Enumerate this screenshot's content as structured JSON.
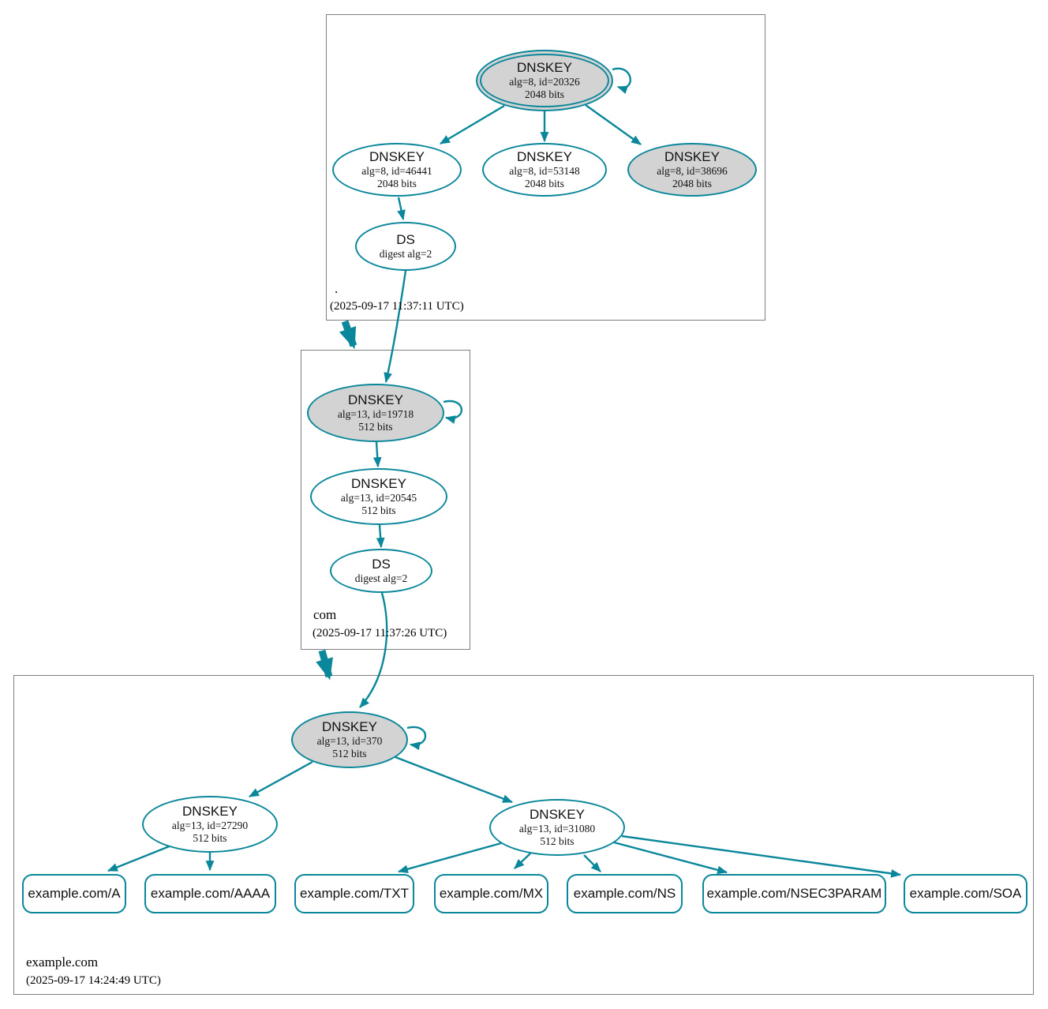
{
  "colors": {
    "edge": "#0a879a",
    "ksk_fill": "#d3d3d3",
    "border": "#7f7f7f"
  },
  "zones": {
    "root": {
      "name": ".",
      "timestamp": "(2025-09-17 11:37:11 UTC)",
      "nodes": {
        "ksk": {
          "title": "DNSKEY",
          "detail": "alg=8, id=20326",
          "bits": "2048 bits"
        },
        "zsk46441": {
          "title": "DNSKEY",
          "detail": "alg=8, id=46441",
          "bits": "2048 bits"
        },
        "zsk53148": {
          "title": "DNSKEY",
          "detail": "alg=8, id=53148",
          "bits": "2048 bits"
        },
        "zsk38696": {
          "title": "DNSKEY",
          "detail": "alg=8, id=38696",
          "bits": "2048 bits"
        },
        "ds": {
          "title": "DS",
          "detail": "digest alg=2"
        }
      }
    },
    "com": {
      "name": "com",
      "timestamp": "(2025-09-17 11:37:26 UTC)",
      "nodes": {
        "ksk": {
          "title": "DNSKEY",
          "detail": "alg=13, id=19718",
          "bits": "512 bits"
        },
        "zsk": {
          "title": "DNSKEY",
          "detail": "alg=13, id=20545",
          "bits": "512 bits"
        },
        "ds": {
          "title": "DS",
          "detail": "digest alg=2"
        }
      }
    },
    "example": {
      "name": "example.com",
      "timestamp": "(2025-09-17 14:24:49 UTC)",
      "nodes": {
        "ksk": {
          "title": "DNSKEY",
          "detail": "alg=13, id=370",
          "bits": "512 bits"
        },
        "zsk27290": {
          "title": "DNSKEY",
          "detail": "alg=13, id=27290",
          "bits": "512 bits"
        },
        "zsk31080": {
          "title": "DNSKEY",
          "detail": "alg=13, id=31080",
          "bits": "512 bits"
        }
      },
      "rrsets": {
        "a": "example.com/A",
        "aaaa": "example.com/AAAA",
        "txt": "example.com/TXT",
        "mx": "example.com/MX",
        "ns": "example.com/NS",
        "nsec3param": "example.com/NSEC3PARAM",
        "soa": "example.com/SOA"
      }
    }
  }
}
